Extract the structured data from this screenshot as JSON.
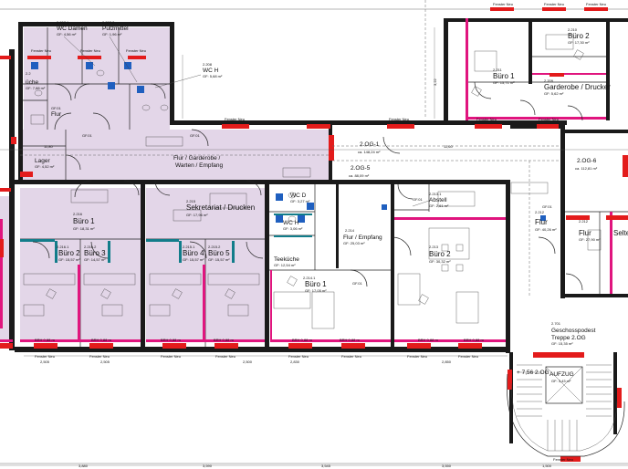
{
  "rooms": {
    "wc_damen": {
      "num": "2.207.1",
      "name": "WC Damen",
      "area": "GF: 4,56 m²"
    },
    "putzmittel": {
      "num": "2.207.2",
      "name": "Putzmittel",
      "area": "GF: 1,96 m²"
    },
    "wc_h_top": {
      "num": "2.208",
      "name": "WC H",
      "area": "GF: 5,68 m²"
    },
    "kueche_left": {
      "num": "2.2",
      "name": "üche",
      "area": "GF: 7,88 m²"
    },
    "lager": {
      "num": "",
      "name": "Lager",
      "area": "GF: 4,52 m²"
    },
    "flur_gf01_top": {
      "num": "",
      "name": "Flur",
      "area": "GF.01"
    },
    "flur_garderobe": {
      "name_line1": "Flur / Garderobe /",
      "name_line2": "Warten / Empfang"
    },
    "og1": {
      "name": "2.OG-1",
      "area": "ca. 148,24 m²"
    },
    "og5": {
      "name": "2.OG-5",
      "area": "ca. 88,09 m²"
    },
    "og6": {
      "name": "2.OG-6",
      "area": "ca. 112,81 m²"
    },
    "buero1_left": {
      "num": "2.216",
      "name": "Büro 1",
      "area": "GF: 18,31 m²"
    },
    "buero2_left": {
      "num": "2.216.1",
      "name": "Büro 2",
      "area": "GF: 15,57 m²"
    },
    "buero3_left": {
      "num": "2.216.2",
      "name": "Büro 3",
      "area": "GF: 14,57 m²"
    },
    "sekretariat": {
      "num": "2.215",
      "name": "Sekretariat / Drucken",
      "area": "GF: 17,96 m²"
    },
    "buero4": {
      "num": "2.215.1",
      "name": "Büro 4",
      "area": "GF: 15,57 m²"
    },
    "buero5": {
      "num": "2.215.2",
      "name": "Büro 5",
      "area": "GF: 15,57 m²"
    },
    "wc_d_mid": {
      "num": "",
      "name": "WC D",
      "area": "GF: 3,27 m²"
    },
    "wc_h_mid": {
      "num": "",
      "name": "WC H",
      "area": "GF: 3,06 m²"
    },
    "teekueche": {
      "num": "",
      "name": "Teeküche",
      "area": "GF: 12,54 m²"
    },
    "flur_empfang": {
      "num": "2.214",
      "name": "Flur / Empfang",
      "area": "GF: 25,03 m²"
    },
    "buero1_mid": {
      "num": "2.214.1",
      "name": "Büro 1",
      "area": "GF: 17,05 m²"
    },
    "abstell": {
      "num": "2.213.1",
      "name": "Abstell",
      "area": "GF: 2,61 m²"
    },
    "buero2_mid": {
      "num": "2.213",
      "name": "Büro 2",
      "area": "GF: 30,32 m²"
    },
    "buero1_right": {
      "num": "2.211",
      "name": "Büro 1",
      "area": "GF: 15,71 m²"
    },
    "buero2_right": {
      "num": "2.210",
      "name": "Büro 2",
      "area": "GF: 17,30 m²"
    },
    "garderobe_drucker": {
      "num": "2.209",
      "name": "Garderobe / Drucker",
      "area": "GF: 5,62 m²"
    },
    "flur_right": {
      "num": "2.212",
      "name": "Flur",
      "area": "GF: 40,26 m²"
    },
    "flur_far_right": {
      "num": "2.212",
      "name": "Flur",
      "area": "GF: 27,90 m²"
    },
    "selte": {
      "num": "",
      "name": "Selte",
      "area": ""
    },
    "geschosspodest": {
      "num": "2.701",
      "name_line1": "Geschosspodest",
      "name_line2": "Treppe 2.OG",
      "area": "GF: 15,35 m²"
    },
    "aufzug": {
      "name": "AUFZUG",
      "area": "GF: 3,43 m²"
    }
  },
  "labels": {
    "fenster_neu": "Fenster Neu",
    "gf01": "GF.01",
    "brh": "BRH 0,88 m",
    "level": "+ 7,56  2.OG",
    "dim_1180": "11,80",
    "dim_1160": "11,60",
    "dim_322": "3,22",
    "dim_2505": "2,505",
    "dim_2505_b": "2,505",
    "dim_2500": "2,500",
    "dim_2830": "2,830",
    "dim_2850": "2,850",
    "dim_3880": "3,880",
    "dim_3590": "3,590",
    "dim_3545": "3,545",
    "dim_3550": "3,550",
    "dim_1500": "1,500"
  },
  "colors": {
    "room_fill": "#e3d6e8",
    "magenta": "#e0157e",
    "window_red": "#e31b1b",
    "wall": "#1a1a1a",
    "teal": "#127d8a"
  }
}
